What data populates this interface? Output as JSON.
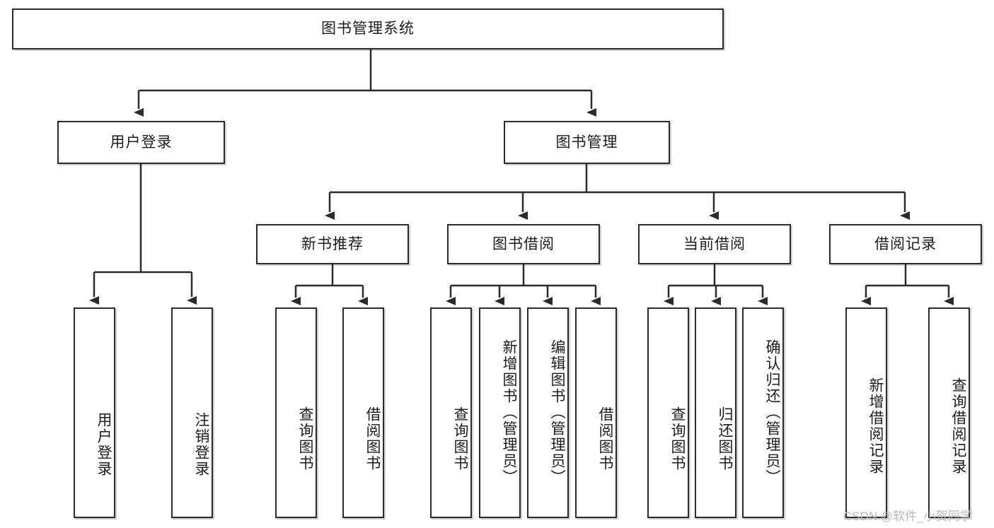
{
  "diagram": {
    "title": "图书管理系统",
    "type": "hierarchy-tree",
    "watermark": "CSDN @软件_小贺同学",
    "colors": {
      "stroke": "#2b2b2b",
      "fill": "#ffffff",
      "text": "#1c1c1c",
      "watermark": "#b9b9b9"
    }
  },
  "nodes": {
    "root": {
      "label": "图书管理系统",
      "level": 0
    },
    "level1": [
      {
        "id": "user-login",
        "label": "用户登录"
      },
      {
        "id": "book-management",
        "label": "图书管理"
      }
    ],
    "level2": [
      {
        "id": "new-book-recommend",
        "label": "新书推荐",
        "parent": "book-management"
      },
      {
        "id": "book-borrow",
        "label": "图书借阅",
        "parent": "book-management"
      },
      {
        "id": "current-borrow",
        "label": "当前借阅",
        "parent": "book-management"
      },
      {
        "id": "borrow-record",
        "label": "借阅记录",
        "parent": "book-management"
      }
    ],
    "leaves": {
      "user-login": [
        {
          "id": "leaf-user-login",
          "label": "用户登录"
        },
        {
          "id": "leaf-user-logout",
          "label": "注销登录"
        }
      ],
      "new-book-recommend": [
        {
          "id": "leaf-query-book-1",
          "label": "查询图书"
        },
        {
          "id": "leaf-borrow-book-1",
          "label": "借阅图书"
        }
      ],
      "book-borrow": [
        {
          "id": "leaf-query-book-2",
          "label": "查询图书"
        },
        {
          "id": "leaf-add-book",
          "label": "新增图书（管理员）"
        },
        {
          "id": "leaf-edit-book",
          "label": "编辑图书（管理员）"
        },
        {
          "id": "leaf-borrow-book-2",
          "label": "借阅图书"
        }
      ],
      "current-borrow": [
        {
          "id": "leaf-query-book-3",
          "label": "查询图书"
        },
        {
          "id": "leaf-return-book",
          "label": "归还图书"
        },
        {
          "id": "leaf-confirm-return",
          "label": "确认归还（管理员）"
        }
      ],
      "borrow-record": [
        {
          "id": "leaf-add-record",
          "label": "新增借阅记录"
        },
        {
          "id": "leaf-query-record",
          "label": "查询借阅记录"
        }
      ]
    }
  }
}
